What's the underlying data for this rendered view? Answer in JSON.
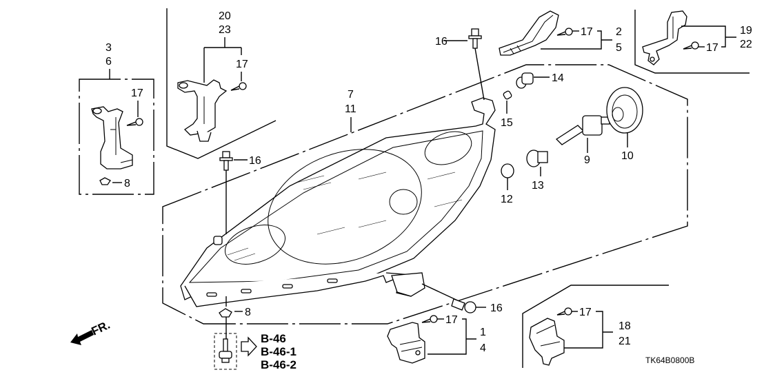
{
  "diagram": {
    "code": "TK64B0800B",
    "direction_label": "FR.",
    "callouts": {
      "c3_6": [
        "3",
        "6"
      ],
      "c20_23": [
        "20",
        "23"
      ],
      "c7_11": [
        "7",
        "11"
      ],
      "c2_5": [
        "2",
        "5"
      ],
      "c19_22": [
        "19",
        "22"
      ],
      "c1_4": [
        "1",
        "4"
      ],
      "c18_21": [
        "18",
        "21"
      ],
      "n17": "17",
      "n16": "16",
      "n8": "8",
      "n14": "14",
      "n15": "15",
      "n9": "9",
      "n10": "10",
      "n12": "12",
      "n13": "13"
    },
    "references": [
      "B-46",
      "B-46-1",
      "B-46-2"
    ]
  }
}
